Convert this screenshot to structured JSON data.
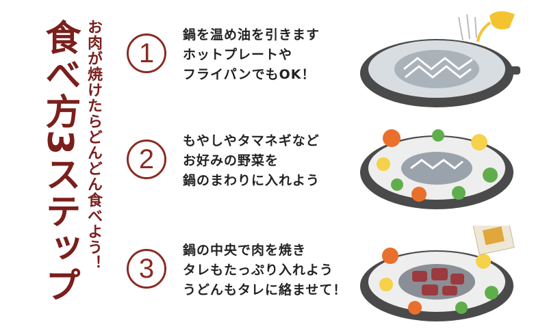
{
  "title": "食べ方3ステップ",
  "subtitle": "お肉が焼けたらどんどん食べよう！",
  "steps": [
    {
      "number": "1",
      "lines": [
        "鍋を温め油を引きます",
        "ホットプレートや",
        "フライパンでもOK！"
      ]
    },
    {
      "number": "2",
      "lines": [
        "もやしやタマネギなど",
        "お好みの野菜を",
        "鍋のまわりに入れよう"
      ]
    },
    {
      "number": "3",
      "lines": [
        "鍋の中央で肉を焼き",
        "タレもたっぷり入れよう",
        "うどんもタレに絡ませて！"
      ]
    }
  ],
  "colors": {
    "accent": "#7a1f1c",
    "text": "#222222",
    "pan": "#4a4a4a"
  }
}
